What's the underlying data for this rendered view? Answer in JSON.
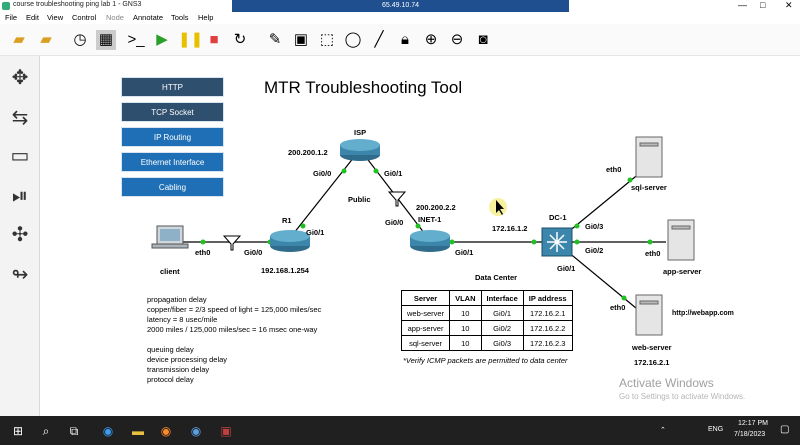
{
  "window": {
    "title": "course troubleshooting ping lab 1 - GNS3",
    "remote_host": "65.49.10.74"
  },
  "menu": [
    "File",
    "Edit",
    "View",
    "Control",
    "Node",
    "Annotate",
    "Tools",
    "Help"
  ],
  "toolbar_icons": [
    "open-folder-icon",
    "folder-icon",
    "history-icon",
    "grid-icon",
    "console-icon",
    "play-icon",
    "pause-icon",
    "stop-icon",
    "reload-icon",
    "edit-note-icon",
    "image-icon",
    "rectangle-icon",
    "ellipse-icon",
    "line-icon",
    "lock-icon",
    "zoom-in-icon",
    "zoom-out-icon",
    "screenshot-icon"
  ],
  "dock_icons": [
    "router-icon",
    "switch-icon",
    "end-device-icon",
    "security-icon",
    "all-devices-icon",
    "cable-icon"
  ],
  "nav_buttons": [
    "HTTP",
    "TCP Socket",
    "IP Routing",
    "Ethernet Interface",
    "Cabling"
  ],
  "diagram": {
    "title": "MTR Troubleshooting Tool",
    "nodes": {
      "isp": "ISP",
      "r1": "R1",
      "inet1": "INET-1",
      "dc1": "DC-1",
      "client": "client",
      "sql": "sql-server",
      "app": "app-server",
      "web": "web-server"
    },
    "labels": {
      "isp_ip": "200.200.1.2",
      "inet_ip": "200.200.2.2",
      "r1_ip": "192.168.1.254",
      "dc_ip": "172.16.1.2",
      "web_ip": "172.16.2.1",
      "public": "Public",
      "datacenter": "Data Center",
      "url": "http://webapp.com",
      "gi00_isp": "Gi0/0",
      "gi01_isp": "Gi0/1",
      "gi01_r1": "Gi0/1",
      "gi00_r1": "Gi0/0",
      "gi00_inet": "Gi0/0",
      "gi01_inet": "Gi0/1",
      "gi03_dc": "Gi0/3",
      "gi02_dc": "Gi0/2",
      "gi01_dc": "Gi0/1",
      "eth0_client": "eth0",
      "eth0_sql": "eth0",
      "eth0_app": "eth0",
      "eth0_web": "eth0"
    },
    "delay_notes": [
      "propagation delay",
      "copper/fiber = 2/3 speed of light = 125,000 miles/sec",
      "latency = 8 usec/mile",
      "2000 miles / 125,000 miles/sec = 16 msec one-way",
      "",
      "queuing delay",
      "device processing delay",
      "transmission delay",
      "protocol delay"
    ],
    "table": {
      "headers": [
        "Server",
        "VLAN",
        "Interface",
        "IP address"
      ],
      "rows": [
        [
          "web-server",
          "10",
          "Gi0/1",
          "172.16.2.1"
        ],
        [
          "app-server",
          "10",
          "Gi0/2",
          "172.16.2.2"
        ],
        [
          "sql-server",
          "10",
          "Gi0/3",
          "172.16.2.3"
        ]
      ],
      "footnote": "*Verify ICMP packets are permitted to data center"
    }
  },
  "watermark": {
    "line1": "Activate Windows",
    "line2": "Go to Settings to activate Windows."
  },
  "taskbar": {
    "time": "12:17 PM",
    "date": "7/18/2023",
    "lang": "ENG"
  }
}
